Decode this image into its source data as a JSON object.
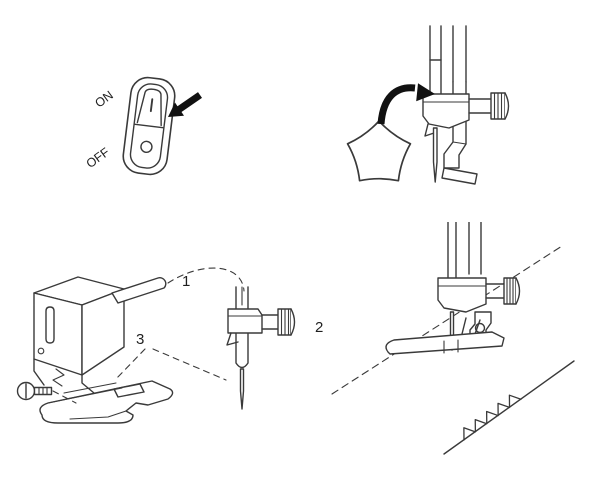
{
  "colors": {
    "line": "#3a3a3a",
    "arrow": "#111111",
    "label": "#1f1f1f",
    "background": "#ffffff"
  },
  "panels": {
    "power_switch": {
      "labels": {
        "on": "ON",
        "off": "OFF"
      },
      "icons": {
        "press_arrow": "bold-arrow-icon",
        "on_symbol": "bar-symbol",
        "off_symbol": "circle-symbol"
      }
    },
    "needle_clamp": {
      "icons": {
        "disc": "screwdriver-disc-icon",
        "rotate_arrow": "curved-arrow-icon"
      }
    },
    "foot_holder_parts": {
      "labels": {
        "part1": "1",
        "part2": "2",
        "part3": "3"
      }
    },
    "overcasting": {
      "icons": {
        "stitch": "zigzag-stitch",
        "fabric_edge": "dashed-line"
      }
    }
  }
}
